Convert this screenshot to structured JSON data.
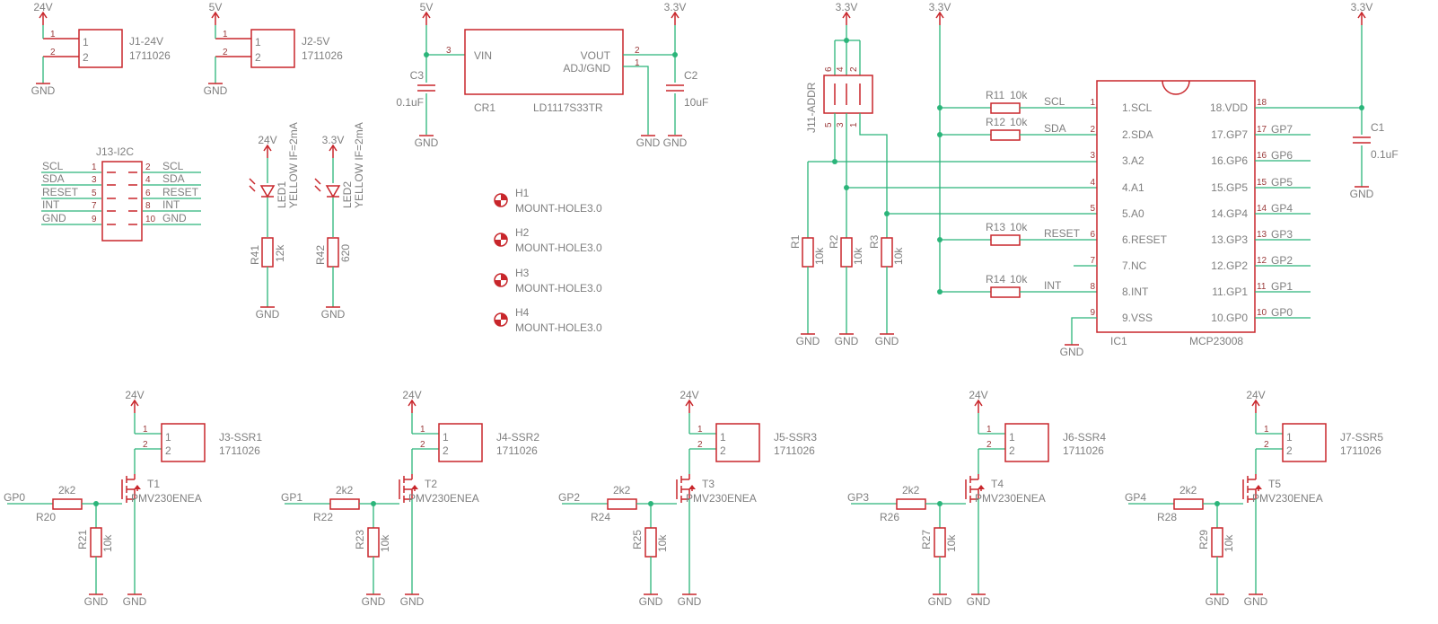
{
  "colors": {
    "background": "#ffffff",
    "wire": "#2bb57a",
    "symbol": "#c8262b",
    "text": "#7f7f7f"
  },
  "power_inputs": [
    {
      "supply": "24V",
      "ref": "J1-24V",
      "part": "1711026",
      "pin1": "1",
      "pin2": "2",
      "gnd": "GND"
    },
    {
      "supply": "5V",
      "ref": "J2-5V",
      "part": "1711026",
      "pin1": "1",
      "pin2": "2",
      "gnd": "GND"
    }
  ],
  "regulator": {
    "in_supply": "5V",
    "out_supply": "3.3V",
    "ref": "CR1",
    "part": "LD1117S33TR",
    "pin_vin": "VIN",
    "pin_vout": "VOUT",
    "pin_adj": "ADJ/GND",
    "pin_in_num": "3",
    "pin_out_num": "2",
    "pin_adj_num": "1",
    "c_in": {
      "ref": "C3",
      "value": "0.1uF"
    },
    "c_out": {
      "ref": "C2",
      "value": "10uF"
    },
    "gnd": "GND"
  },
  "i2c_header": {
    "ref": "J13-I2C",
    "rows": [
      {
        "ln": "SCL",
        "lp": "1",
        "rp": "2",
        "rn": "SCL"
      },
      {
        "ln": "SDA",
        "lp": "3",
        "rp": "4",
        "rn": "SDA"
      },
      {
        "ln": "RESET",
        "lp": "5",
        "rp": "6",
        "rn": "RESET"
      },
      {
        "ln": "INT",
        "lp": "7",
        "rp": "8",
        "rn": "INT"
      },
      {
        "ln": "GND",
        "lp": "9",
        "rp": "10",
        "rn": "GND"
      }
    ]
  },
  "leds": [
    {
      "supply": "24V",
      "ref": "LED1",
      "spec": "YELLOW IF=2mA",
      "res_ref": "R41",
      "res_val": "12k",
      "gnd": "GND"
    },
    {
      "supply": "3.3V",
      "ref": "LED2",
      "spec": "YELLOW IF=2mA",
      "res_ref": "R42",
      "res_val": "620",
      "gnd": "GND"
    }
  ],
  "mount_holes": [
    {
      "ref": "H1",
      "part": "MOUNT-HOLE3.0"
    },
    {
      "ref": "H2",
      "part": "MOUNT-HOLE3.0"
    },
    {
      "ref": "H3",
      "part": "MOUNT-HOLE3.0"
    },
    {
      "ref": "H4",
      "part": "MOUNT-HOLE3.0"
    }
  ],
  "addr_header": {
    "ref": "J11-ADDR",
    "top_pins": [
      "6",
      "4",
      "2"
    ],
    "bottom_pins": [
      "5",
      "3",
      "1"
    ],
    "supply": "3.3V"
  },
  "addr_resistors": [
    {
      "ref": "R1",
      "value": "10k",
      "gnd": "GND"
    },
    {
      "ref": "R2",
      "value": "10k",
      "gnd": "GND"
    },
    {
      "ref": "R3",
      "value": "10k",
      "gnd": "GND"
    }
  ],
  "pullups": [
    {
      "ref": "R11",
      "value": "10k",
      "net": "SCL"
    },
    {
      "ref": "R12",
      "value": "10k",
      "net": "SDA"
    },
    {
      "ref": "R13",
      "value": "10k",
      "net": "RESET"
    },
    {
      "ref": "R14",
      "value": "10k",
      "net": "INT"
    }
  ],
  "rails_3v3": [
    "3.3V",
    "3.3V"
  ],
  "ic": {
    "ref": "IC1",
    "part": "MCP23008",
    "gnd": "GND",
    "left": [
      {
        "num": "1",
        "name": "1.SCL"
      },
      {
        "num": "2",
        "name": "2.SDA"
      },
      {
        "num": "3",
        "name": "3.A2"
      },
      {
        "num": "4",
        "name": "4.A1"
      },
      {
        "num": "5",
        "name": "5.A0"
      },
      {
        "num": "6",
        "name": "6.RESET"
      },
      {
        "num": "7",
        "name": "7.NC"
      },
      {
        "num": "8",
        "name": "8.INT"
      },
      {
        "num": "9",
        "name": "9.VSS"
      }
    ],
    "right": [
      {
        "num": "18",
        "name": "18.VDD",
        "net": ""
      },
      {
        "num": "17",
        "name": "17.GP7",
        "net": "GP7"
      },
      {
        "num": "16",
        "name": "16.GP6",
        "net": "GP6"
      },
      {
        "num": "15",
        "name": "15.GP5",
        "net": "GP5"
      },
      {
        "num": "14",
        "name": "14.GP4",
        "net": "GP4"
      },
      {
        "num": "13",
        "name": "13.GP3",
        "net": "GP3"
      },
      {
        "num": "12",
        "name": "12.GP2",
        "net": "GP2"
      },
      {
        "num": "11",
        "name": "11.GP1",
        "net": "GP1"
      },
      {
        "num": "10",
        "name": "10.GP0",
        "net": "GP0"
      }
    ]
  },
  "vdd_cap": {
    "ref": "C1",
    "value": "0.1uF",
    "supply": "3.3V",
    "gnd": "GND"
  },
  "channels": [
    {
      "gp": "GP0",
      "rser_ref": "R20",
      "rser_val": "2k2",
      "rpd_ref": "R21",
      "rpd_val": "10k",
      "fet_ref": "T1",
      "fet_part": "PMV230ENEA",
      "conn_ref": "J3-SSR1",
      "conn_part": "1711026",
      "supply": "24V",
      "gnd": "GND"
    },
    {
      "gp": "GP1",
      "rser_ref": "R22",
      "rser_val": "2k2",
      "rpd_ref": "R23",
      "rpd_val": "10k",
      "fet_ref": "T2",
      "fet_part": "PMV230ENEA",
      "conn_ref": "J4-SSR2",
      "conn_part": "1711026",
      "supply": "24V",
      "gnd": "GND"
    },
    {
      "gp": "GP2",
      "rser_ref": "R24",
      "rser_val": "2k2",
      "rpd_ref": "R25",
      "rpd_val": "10k",
      "fet_ref": "T3",
      "fet_part": "PMV230ENEA",
      "conn_ref": "J5-SSR3",
      "conn_part": "1711026",
      "supply": "24V",
      "gnd": "GND"
    },
    {
      "gp": "GP3",
      "rser_ref": "R26",
      "rser_val": "2k2",
      "rpd_ref": "R27",
      "rpd_val": "10k",
      "fet_ref": "T4",
      "fet_part": "PMV230ENEA",
      "conn_ref": "J6-SSR4",
      "conn_part": "1711026",
      "supply": "24V",
      "gnd": "GND"
    },
    {
      "gp": "GP4",
      "rser_ref": "R28",
      "rser_val": "2k2",
      "rpd_ref": "R29",
      "rpd_val": "10k",
      "fet_ref": "T5",
      "fet_part": "PMV230ENEA",
      "conn_ref": "J7-SSR5",
      "conn_part": "1711026",
      "supply": "24V",
      "gnd": "GND"
    }
  ]
}
